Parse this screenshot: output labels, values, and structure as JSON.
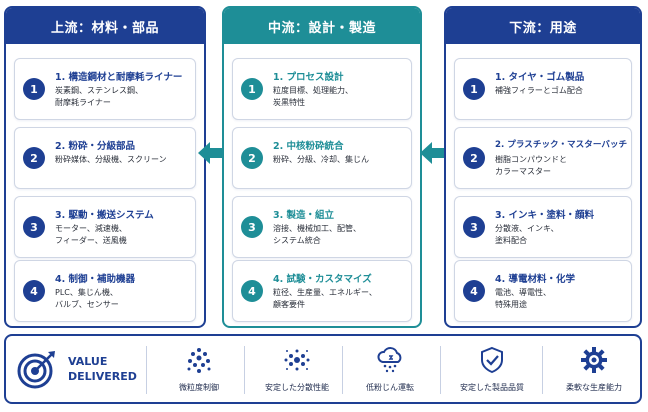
{
  "columns": [
    {
      "id": "upstream",
      "header": "上流：材料・部品",
      "items": [
        {
          "num": "1",
          "title": "1. 構造鋼材と耐摩耗ライナー",
          "desc": "炭素鋼、ステンレス鋼、\n耐摩耗ライナー"
        },
        {
          "num": "2",
          "title": "2. 粉砕・分級部品",
          "desc": "粉砕媒体、分級機、スクリーン"
        },
        {
          "num": "3",
          "title": "3. 駆動・搬送システム",
          "desc": "モーター、減速機、\nフィーダー、送風機"
        },
        {
          "num": "4",
          "title": "4. 制御・補助機器",
          "desc": "PLC、集じん機、\nバルブ、センサー"
        }
      ]
    },
    {
      "id": "midstream",
      "header": "中流：設計・製造",
      "items": [
        {
          "num": "1",
          "title": "1. プロセス設計",
          "desc": "粒度目標、処理能力、\n炭黒特性"
        },
        {
          "num": "2",
          "title": "2. 中核粉砕統合",
          "desc": "粉砕、分級、冷却、集じん"
        },
        {
          "num": "3",
          "title": "3. 製造・組立",
          "desc": "溶接、機械加工、配管、\nシステム統合"
        },
        {
          "num": "4",
          "title": "4. 試験・カスタマイズ",
          "desc": "粒径、生産量、エネルギー、\n顧客要件"
        }
      ]
    },
    {
      "id": "downstream",
      "header": "下流：用途",
      "items": [
        {
          "num": "1",
          "title": "1. タイヤ・ゴム製品",
          "desc": "補強フィラーとゴム配合"
        },
        {
          "num": "2",
          "title": "2. プラスチック・マスターバッチ",
          "desc": "樹脂コンパウンドと\nカラーマスター"
        },
        {
          "num": "3",
          "title": "3. インキ・塗料・顔料",
          "desc": "分散液、インキ、\n塗料配合"
        },
        {
          "num": "4",
          "title": "4. 導電材料・化学",
          "desc": "電池、導電性、\n特殊用途"
        }
      ]
    }
  ],
  "value_bar": {
    "title_line1": "VALUE",
    "title_line2": "DELIVERED",
    "items": [
      {
        "label": "微粒度制御",
        "icon": "particle-cluster-icon"
      },
      {
        "label": "安定した分散性能",
        "icon": "dispersion-dots-icon"
      },
      {
        "label": "低粉じん運転",
        "icon": "cloud-dust-icon"
      },
      {
        "label": "安定した製品品質",
        "icon": "shield-check-icon"
      },
      {
        "label": "柔軟な生産能力",
        "icon": "gear-icon"
      }
    ]
  },
  "colors": {
    "navy": "#1e3f93",
    "teal": "#1e8e97"
  }
}
